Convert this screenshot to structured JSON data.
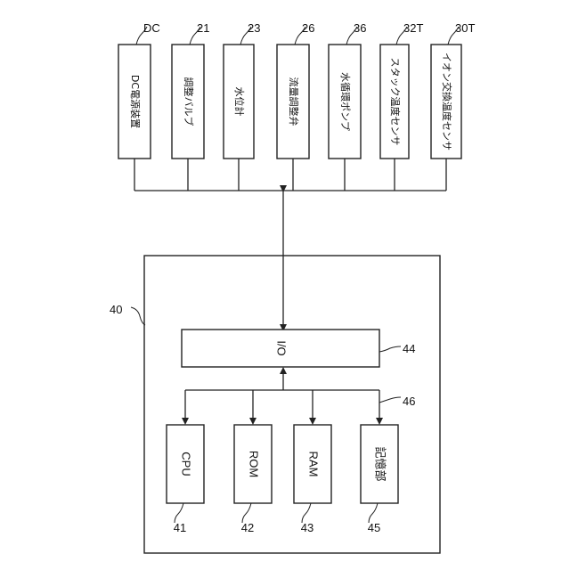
{
  "peripherals": [
    {
      "ref": "DC",
      "text": "DC電源装置"
    },
    {
      "ref": "21",
      "text": "調整バルブ"
    },
    {
      "ref": "23",
      "text": "水位計"
    },
    {
      "ref": "26",
      "text": "流量調整弁"
    },
    {
      "ref": "36",
      "text": "水循環ポンプ"
    },
    {
      "ref": "32T",
      "text": "スタック温度センサ"
    },
    {
      "ref": "30T",
      "text": "イオン交換温度センサ"
    }
  ],
  "controller": {
    "ref": "40"
  },
  "io": {
    "ref": "44",
    "text": "I/O"
  },
  "bus": {
    "ref": "46"
  },
  "components": [
    {
      "ref": "41",
      "text": "CPU"
    },
    {
      "ref": "42",
      "text": "ROM"
    },
    {
      "ref": "43",
      "text": "RAM"
    },
    {
      "ref": "45",
      "text": "記憶部"
    }
  ],
  "colors": {
    "line": "#222222",
    "text": "#111111",
    "background": "#ffffff"
  }
}
